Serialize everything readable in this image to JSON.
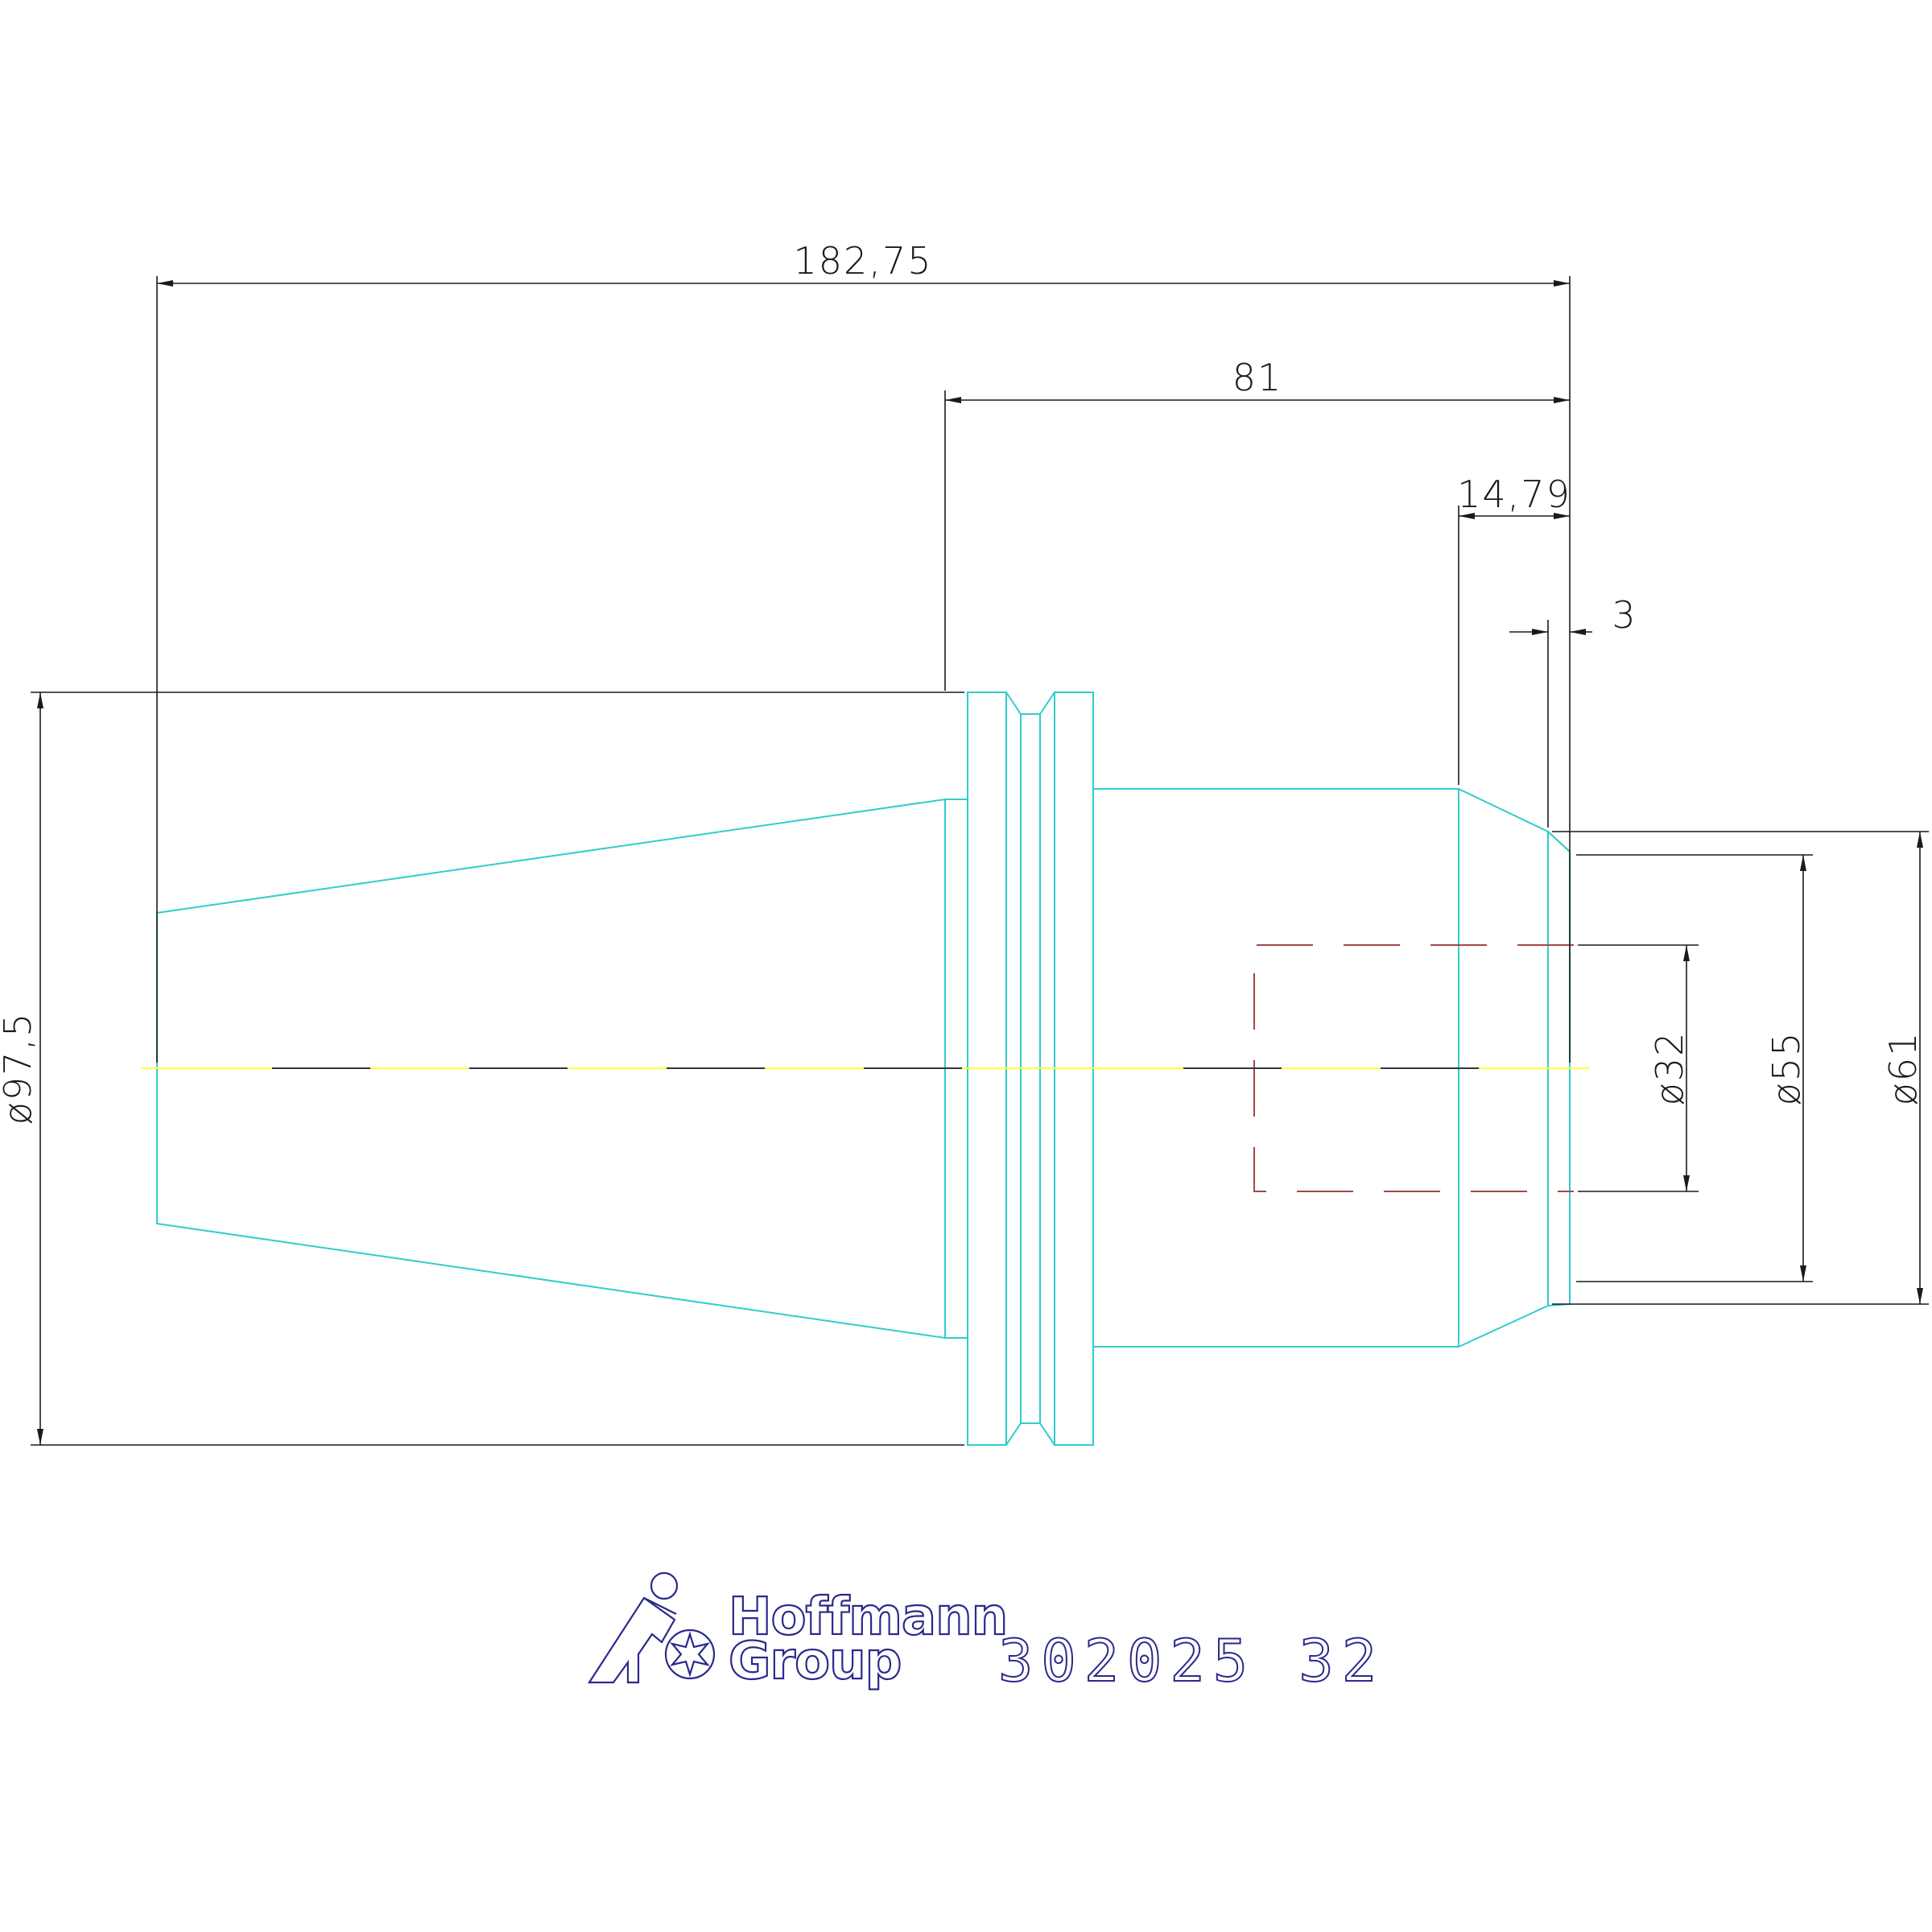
{
  "dimensions": {
    "overall_length": "182,75",
    "shank_length": "81",
    "taper_length": "14,79",
    "chamfer_length": "3",
    "flange_diameter": "ø97,5",
    "bore_diameter": "ø32",
    "face_diameter": "ø55",
    "shank_diameter": "ø61"
  },
  "logo": {
    "line1": "Hoffmann",
    "line2": "Group"
  },
  "part_number": "302025 32",
  "colors": {
    "outline": "#33cccc",
    "dimension": "#1a1a1a",
    "centerline_yellow": "#ffff33",
    "centerline_dark": "#333344",
    "hidden_line": "#a84444",
    "logo": "#2a2a8c"
  },
  "icons": {
    "logo_mark": "hoffmann-man-icon",
    "logo_star": "starburst-icon"
  }
}
